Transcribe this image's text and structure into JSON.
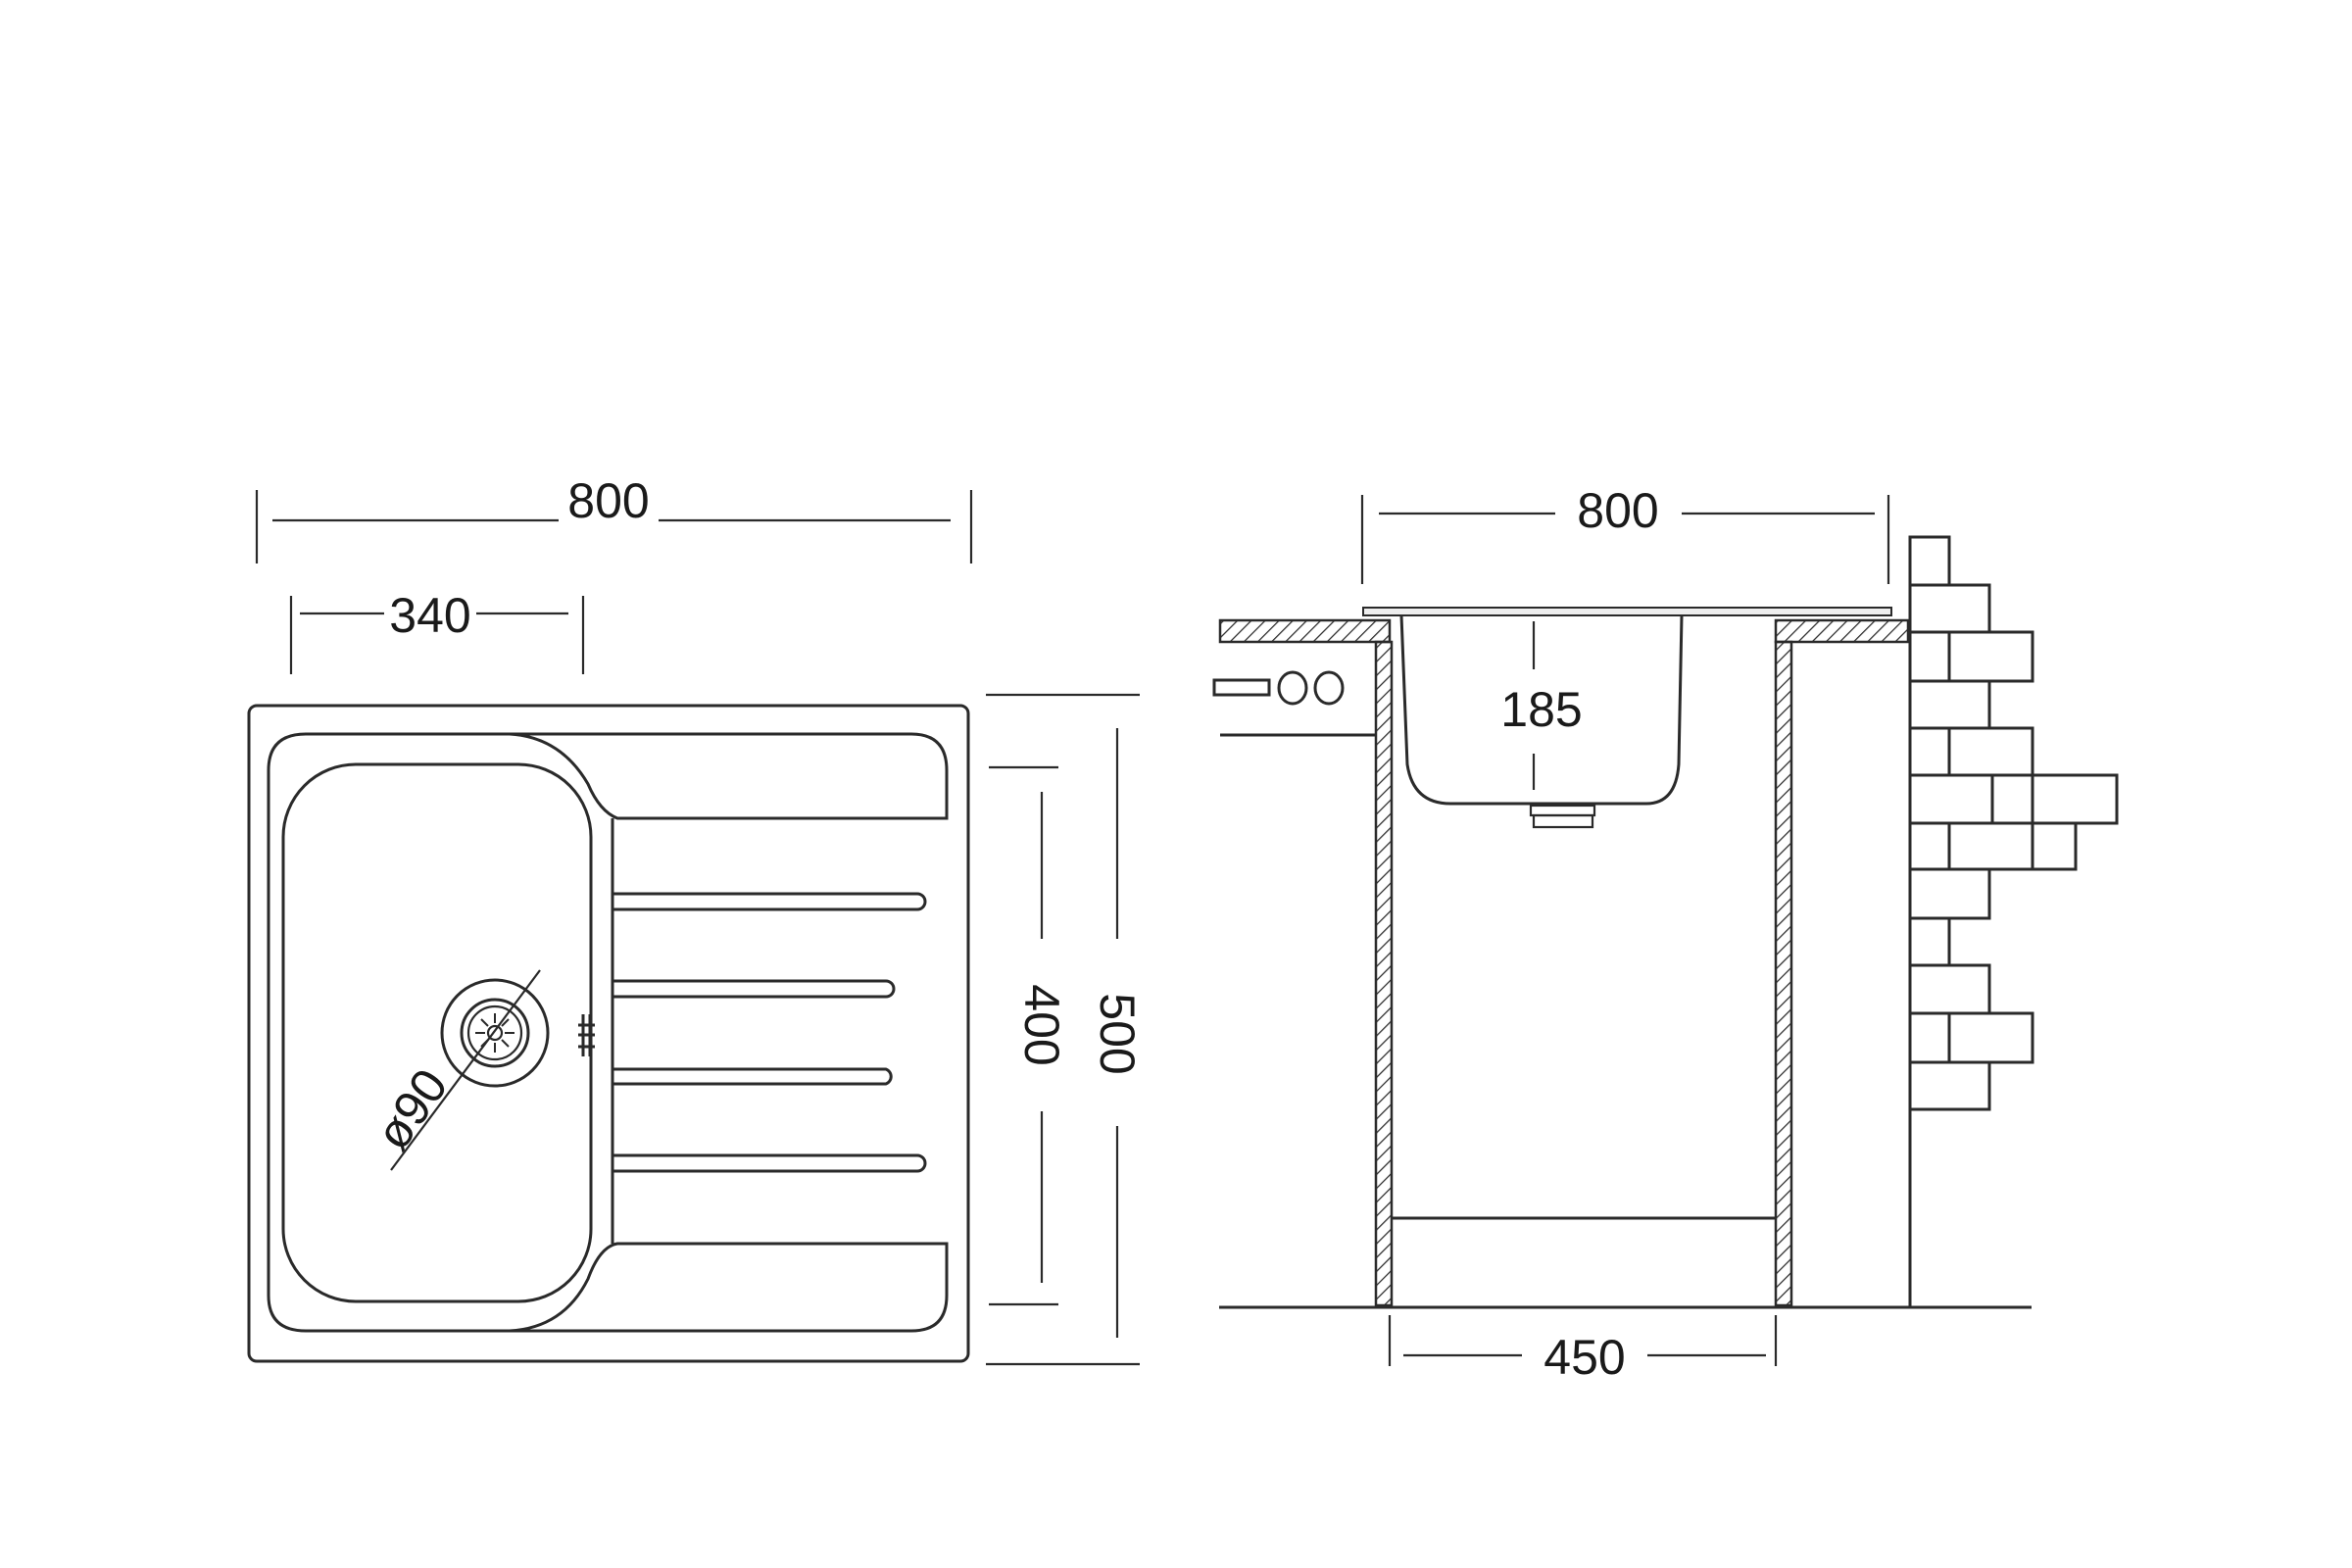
{
  "top_view": {
    "overall_width": "800",
    "bowl_width": "340",
    "drain_diameter": "ø90",
    "bowl_depth_span": "400",
    "overall_depth": "500"
  },
  "side_view": {
    "overall_width": "800",
    "bowl_depth": "185",
    "cabinet_width": "450"
  },
  "colors": {
    "line": "#2a2a2a",
    "background": "#ffffff"
  }
}
